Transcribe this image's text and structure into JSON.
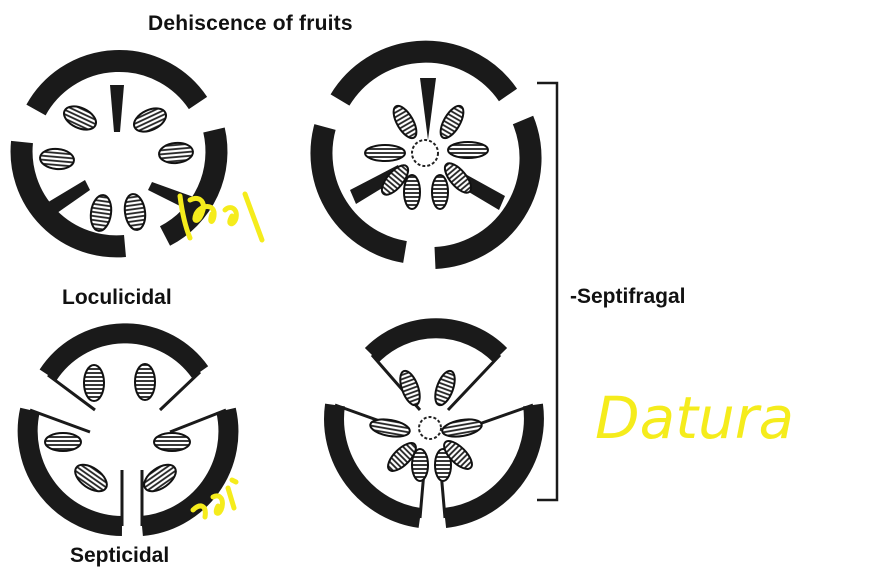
{
  "title": "Dehiscence of fruits",
  "labels": {
    "loculicidal": "Loculicidal",
    "septicidal": "Septicidal",
    "septifragal": "-Septifragal"
  },
  "handwritten": {
    "datura": "Datura"
  },
  "colors": {
    "wall": "#1a1a1a",
    "seed_hatch": "#222222",
    "highlighter": "#f5ec1c",
    "background": "#ffffff"
  }
}
